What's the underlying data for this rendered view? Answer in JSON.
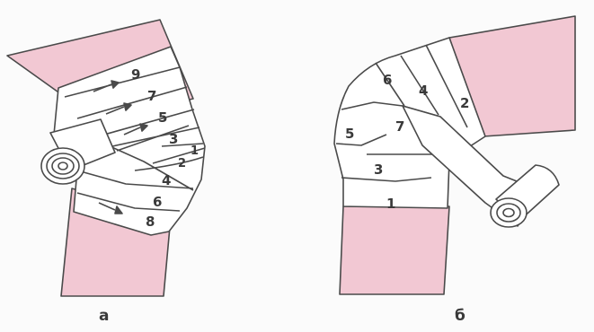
{
  "colors": {
    "skin": "#f2c8d3",
    "bandage": "#ffffff",
    "outline": "#4a4a4a",
    "label": "#3a3a3a",
    "background": "#fbfbfb"
  },
  "figure_a": {
    "caption": "а",
    "turn_labels": [
      "9",
      "7",
      "5",
      "3",
      "1",
      "2",
      "4",
      "6",
      "8"
    ],
    "arrow_count": 4
  },
  "figure_b": {
    "caption": "б",
    "turn_labels": [
      "6",
      "4",
      "2",
      "7",
      "5",
      "3",
      "1"
    ]
  }
}
